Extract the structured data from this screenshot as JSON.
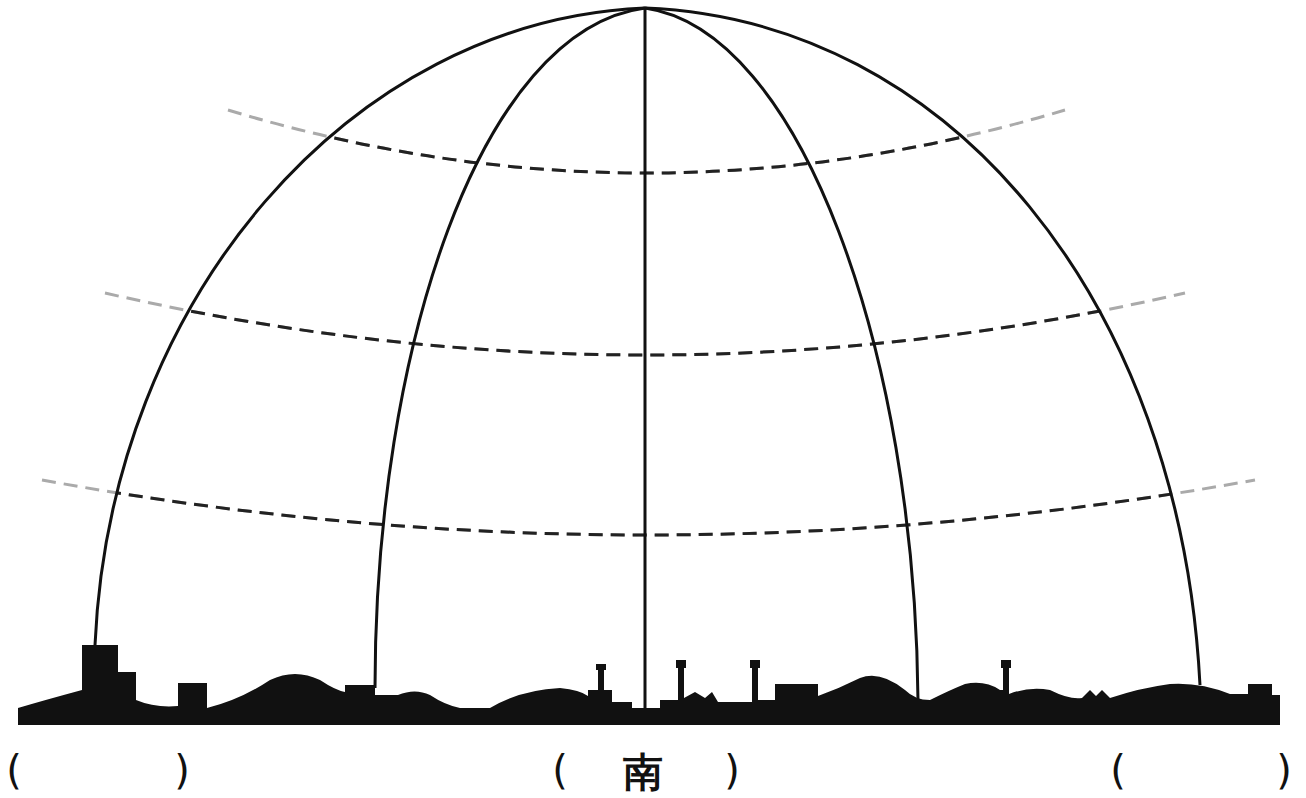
{
  "diagram": {
    "labels": [
      "(",
      ")",
      "(",
      "南",
      ")",
      "(",
      ")"
    ]
  }
}
